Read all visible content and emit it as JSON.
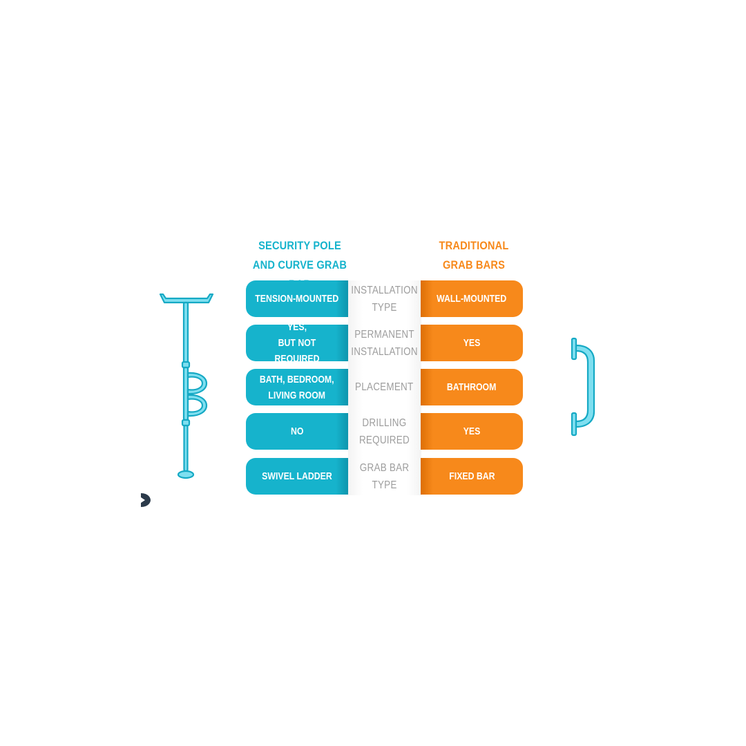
{
  "headers": {
    "left": "SECURITY POLE\nAND CURVE GRAB BAR",
    "right": "TRADITIONAL\nGRAB BARS"
  },
  "rows": [
    {
      "left": "TENSION-MOUNTED",
      "criterion": "INSTALLATION\nTYPE",
      "right": "WALL-MOUNTED"
    },
    {
      "left": "YES,\nBUT NOT REQUIRED",
      "criterion": "PERMANENT\nINSTALLATION",
      "right": "YES"
    },
    {
      "left": "BATH, BEDROOM,\nLIVING ROOM",
      "criterion": "PLACEMENT",
      "right": "BATHROOM"
    },
    {
      "left": "NO",
      "criterion": "DRILLING\nREQUIRED",
      "right": "YES"
    },
    {
      "left": "SWIVEL LADDER",
      "criterion": "GRAB BAR\nTYPE",
      "right": "FIXED BAR"
    }
  ],
  "illustrations": {
    "left": "security-pole-icon",
    "right": "grab-bar-icon",
    "mark": "brand-mark-icon"
  },
  "colors": {
    "teal": "#16b3cc",
    "orange": "#f7891b",
    "criterion_text": "#9d9d9d",
    "mark": "#2b3a4a"
  }
}
